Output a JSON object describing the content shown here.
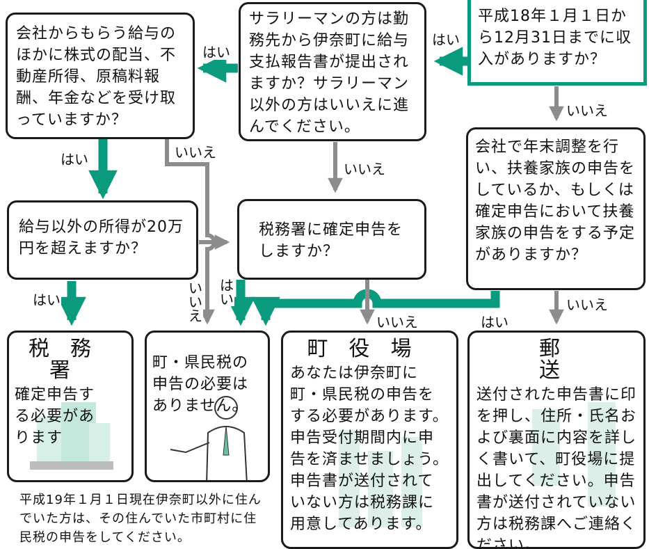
{
  "colors": {
    "accent": "#0a9b7e",
    "no_arrow": "#8c8c8c",
    "border": "#1a1a1a"
  },
  "start": {
    "text": "平成18年１月１日から12月31日までに収入がありますか？"
  },
  "salary_question": {
    "text": "サラリーマンの方は勤務先から伊奈町に給与支払報告書が提出されますか？サラリーマン以外の方はいいえに進んでください。"
  },
  "other_income_question": {
    "text": "会社からもらう給与のほかに株式の配当、不動産所得、原稿料報酬、年金などを受け取っていますか？"
  },
  "year_end_question": {
    "text": "会社で年末調整を行い、扶養家族の申告をしているか、もしくは確定申告において扶養家族の申告をする予定がありますか？"
  },
  "over_200k_question": {
    "text": "給与以外の所得が20万円を超えますか？"
  },
  "tax_return_question": {
    "text": "税務署に確定申告をしますか？"
  },
  "outcomes": {
    "tax_office": {
      "title": "税務署",
      "body": "確定申告する必要があります"
    },
    "not_needed": {
      "body": "町・県民税の申告の必要はありません。"
    },
    "town_hall": {
      "title": "町役場",
      "body": "あなたは伊奈町に町・県民税の申告をする必要があります。申告受付期間内に申告を済ませましょう。申告書が送付されていない方は税務課に用意してあります。"
    },
    "mail": {
      "title": "郵送",
      "body": "送付された申告書に印を押し、住所・氏名および裏面に内容を詳しく書いて、町役場に提出してください。申告書が送付されていない方は税務課へご連絡ください。"
    }
  },
  "labels": {
    "yes": "はい",
    "no": "いいえ"
  },
  "footnote": "平成19年１月１日現在伊奈町以外に住んでいた方は、その住んでいた市町村に住民税の申告をしてください。"
}
